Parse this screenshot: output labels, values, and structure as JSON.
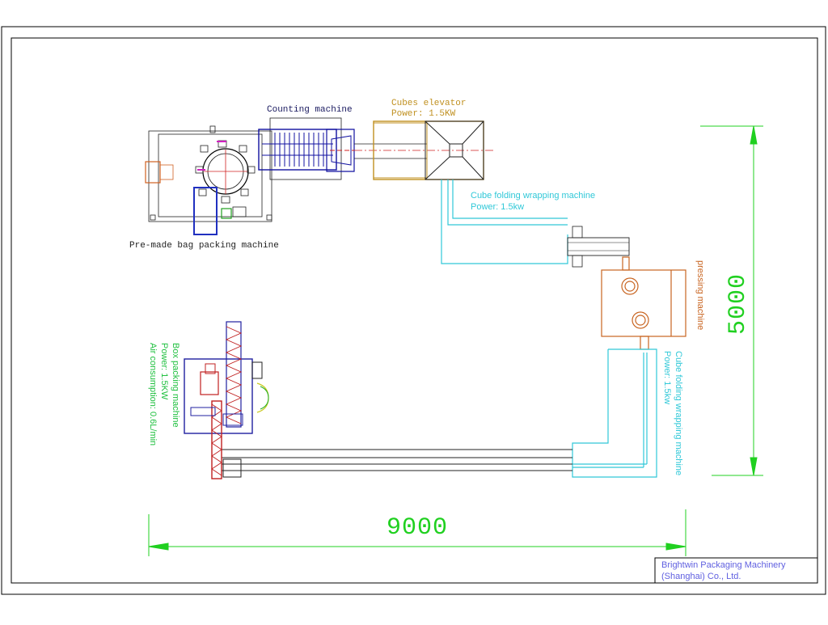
{
  "labels": {
    "counting_machine": "Counting machine",
    "cubes_elevator": "Cubes elevator",
    "cubes_elevator_power": "Power: 1.5KW",
    "premade_bag": "Pre-made bag packing machine",
    "cube_folding_top": "Cube folding wrapping machine",
    "cube_folding_top_power": "Power: 1.5kw",
    "pressing_machine": "pressing machine",
    "cube_folding_right": "Cube folding wrapping machine",
    "cube_folding_right_power": "Power: 1.5kw",
    "box_packing": "Box packing machine",
    "box_packing_power": "Power: 1.5KW",
    "box_packing_air": "Air consumption: 0.6L/min",
    "dim_horizontal": "9000",
    "dim_vertical": "5000",
    "company_line1": "Brightwin Packaging Machinery",
    "company_line2": "(Shanghai) Co., Ltd."
  },
  "colors": {
    "border": "#000000",
    "counting_machine": "#1010a0",
    "elevator": "#c09020",
    "cube_folding": "#30c8d8",
    "pressing": "#c86420",
    "dimension": "#20d020",
    "company": "#6060e0",
    "box_red": "#c02020",
    "box_blue": "#2020a0"
  }
}
